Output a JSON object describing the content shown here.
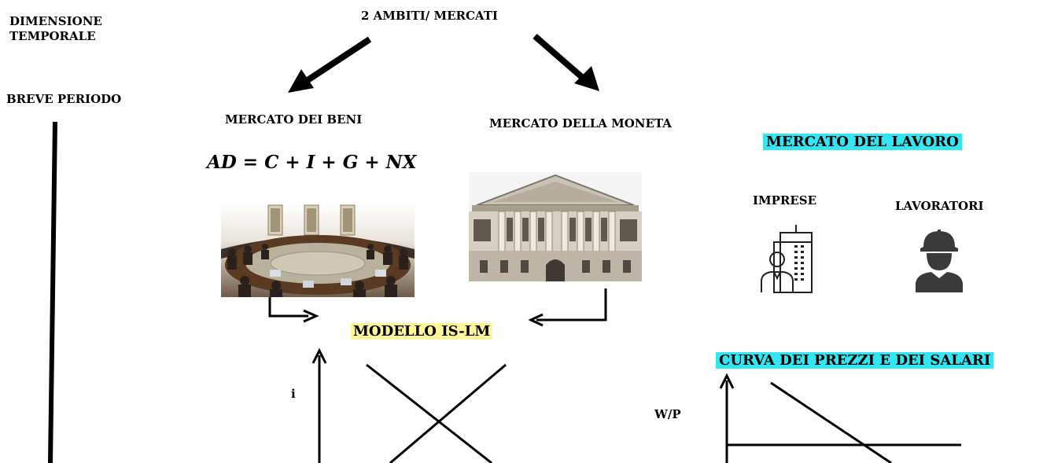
{
  "timeline": {
    "heading_line1": "DIMENSIONE",
    "heading_line2": "TEMPORALE",
    "period_label": "BREVE PERIODO"
  },
  "top": {
    "title": "2 AMBITI/ MERCATI"
  },
  "goods_market": {
    "label": "MERCATO DEI BENI",
    "equation": "AD = C + I + G + NX"
  },
  "money_market": {
    "label": "MERCATO DELLA MONETA"
  },
  "labour_market": {
    "label": "MERCATO DEL LAVORO",
    "firms_label": "IMPRESE",
    "workers_label": "LAVORATORI"
  },
  "islm": {
    "label": "MODELLO IS-LM",
    "y_axis_label": "i"
  },
  "wage_price": {
    "label": "CURVA DEI PREZZI E DEI SALARI",
    "y_axis_label": "W/P"
  },
  "colors": {
    "cyan_highlight": "#33e6f2",
    "yellow_highlight": "#fff59a"
  },
  "icons": {
    "council": "council-meeting-photo",
    "bank": "central-bank-photo",
    "firms": "office-building-person-icon",
    "workers": "worker-helmet-icon"
  }
}
